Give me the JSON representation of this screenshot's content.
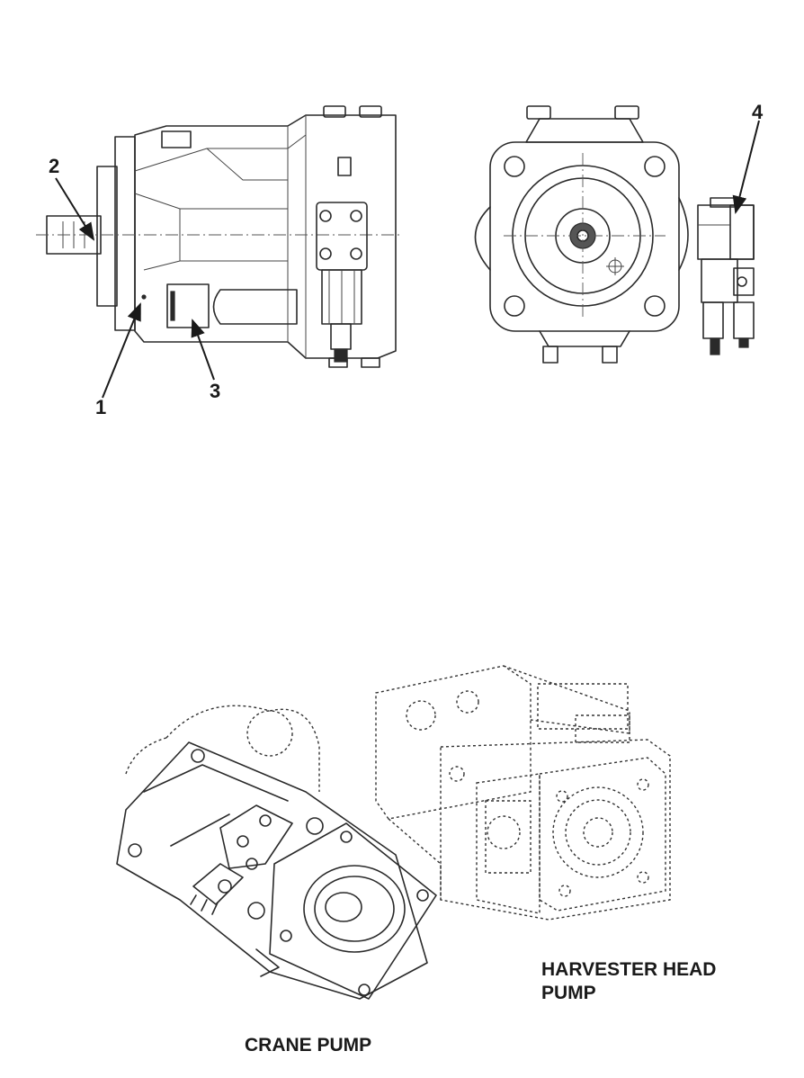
{
  "callouts": {
    "c1": "1",
    "c2": "2",
    "c3": "3",
    "c4": "4"
  },
  "captions": {
    "crane_pump": "CRANE PUMP",
    "harvester_line1": "HARVESTER HEAD",
    "harvester_line2": "PUMP"
  },
  "colors": {
    "line": "#2a2a2a",
    "text": "#1a1a1a",
    "background": "#ffffff"
  }
}
